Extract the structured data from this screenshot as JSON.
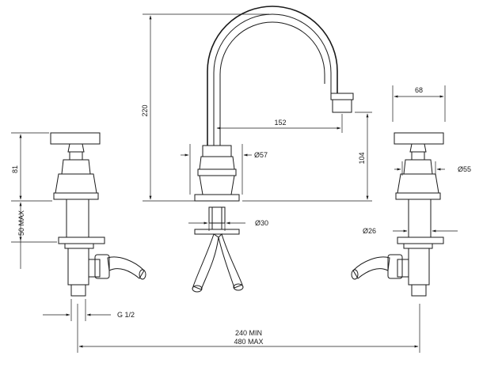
{
  "dimensions": {
    "spout_height": "220",
    "spout_reach": "152",
    "base_dia": "Ø57",
    "outlet_height": "104",
    "hole_dia": "Ø30",
    "handle_width": "68",
    "handle_dia": "Ø55",
    "handle_height": "81",
    "max_body": "50 MAX",
    "shank_dia": "Ø26",
    "thread": "G 1/2",
    "spread_min": "240 MIN",
    "spread_max": "480 MAX"
  }
}
